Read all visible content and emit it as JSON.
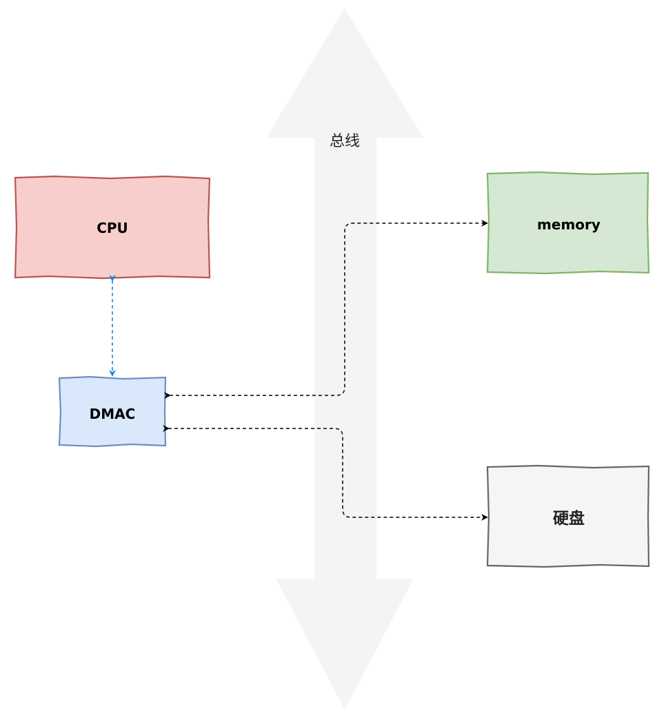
{
  "bus": {
    "label": "总线",
    "fill": "#f4f4f4"
  },
  "nodes": {
    "cpu": {
      "label": "CPU",
      "fill": "#f8cecc",
      "stroke": "#b85450"
    },
    "dmac": {
      "label": "DMAC",
      "fill": "#dae8fc",
      "stroke": "#6c8ebf"
    },
    "memory": {
      "label": "memory",
      "fill": "#d5e8d4",
      "stroke": "#82b366"
    },
    "disk": {
      "label": "硬盘",
      "fill": "#f5f5f5",
      "stroke": "#666666"
    }
  },
  "edges": [
    {
      "from": "cpu",
      "to": "dmac",
      "style": "dashed",
      "direction": "both",
      "color": "#1e88e5"
    },
    {
      "from": "dmac",
      "to": "memory",
      "style": "dashed",
      "direction": "both",
      "color": "#000000"
    },
    {
      "from": "dmac",
      "to": "disk",
      "style": "dashed",
      "direction": "both",
      "color": "#000000"
    }
  ]
}
